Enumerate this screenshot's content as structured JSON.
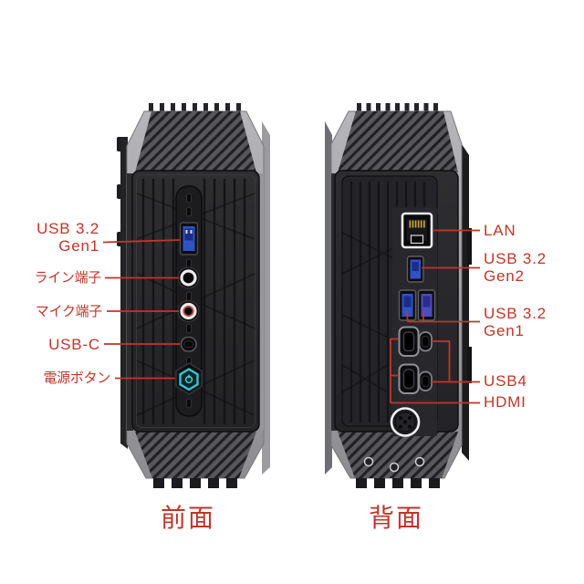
{
  "colors": {
    "annotation_red": "#c1352a",
    "usb_blue": "#2f52c7",
    "power_cyan": "#3bc8d2",
    "body_dark": "#28282b",
    "body_gray": "#a5a5a9"
  },
  "front_view": {
    "caption": "前面",
    "labels": {
      "usb32_gen1": {
        "line1": "USB 3.2",
        "line2": "Gen1"
      },
      "line_jack": {
        "line1": "ライン端子"
      },
      "mic_jack": {
        "line1": "マイク端子"
      },
      "usb_c": {
        "line1": "USB-C"
      },
      "power_button": {
        "line1": "電源ボタン"
      }
    },
    "ports": [
      "usb-a-3.2-gen1",
      "line-out-jack",
      "mic-in-jack",
      "usb-c",
      "power-button"
    ]
  },
  "back_view": {
    "caption": "背面",
    "labels": {
      "lan": {
        "line1": "LAN"
      },
      "usb32_gen2": {
        "line1": "USB 3.2",
        "line2": "Gen2"
      },
      "usb32_gen1": {
        "line1": "USB 3.2",
        "line2": "Gen1"
      },
      "usb4": {
        "line1": "USB4"
      },
      "hdmi": {
        "line1": "HDMI"
      }
    },
    "ports": [
      "lan-rj45",
      "usb-a-3.2-gen2",
      "usb-a-3.2-gen1-x2",
      "hdmi-x2",
      "usb4-type-c-x2",
      "dc-power-in"
    ]
  }
}
